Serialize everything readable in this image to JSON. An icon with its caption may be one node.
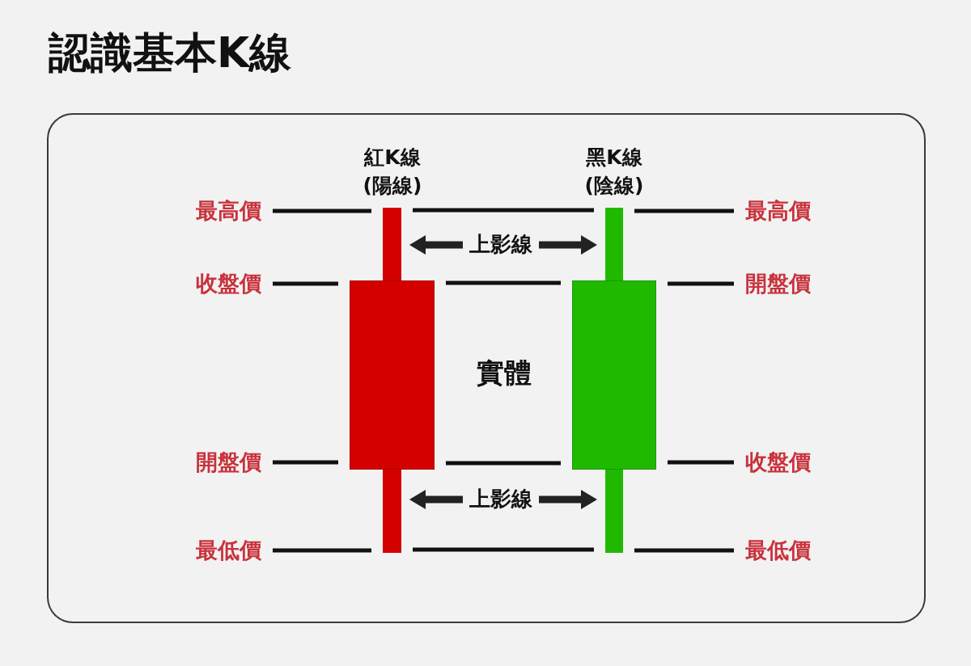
{
  "diagram": {
    "title": "認識基本K線",
    "nodes": [
      {
        "text": [
          "最高價"
        ]
      },
      {
        "text": [],
        "shape": "bar"
      },
      {
        "text": [],
        "shape": "bar"
      },
      {
        "text": [
          "最高價"
        ]
      },
      {
        "text": [
          "上影線"
        ]
      },
      {
        "text": [
          "收盤價"
        ]
      },
      {
        "text": [],
        "shape": "box"
      },
      {
        "text": [],
        "shape": "box"
      },
      {
        "text": [
          "開盤價"
        ]
      },
      {
        "text": [
          "開盤價"
        ]
      },
      {
        "text": [
          "收盤價"
        ]
      },
      {
        "text": [
          "上影線"
        ]
      },
      {
        "text": [],
        "shape": "bar"
      },
      {
        "text": [],
        "shape": "bar"
      },
      {
        "text": [
          "最低價"
        ]
      },
      {
        "text": [
          "最低價"
        ]
      }
    ],
    "edges": [
      {
        "from": 0,
        "to": 1,
        "arrow": "none"
      },
      {
        "from": 1,
        "to": 2,
        "arrow": "none"
      },
      {
        "from": 3,
        "to": 2,
        "arrow": "none"
      },
      {
        "from": 4,
        "to": 1,
        "arrow": "to",
        "style": "thick"
      },
      {
        "from": 4,
        "to": 2,
        "arrow": "to",
        "style": "thick"
      },
      {
        "from": 5,
        "to": 6,
        "arrow": "none"
      },
      {
        "from": 6,
        "to": 7,
        "arrow": "none"
      },
      {
        "from": 8,
        "to": 7,
        "arrow": "none"
      },
      {
        "from": 9,
        "to": 6,
        "arrow": "none"
      },
      {
        "from": 6,
        "to": 7,
        "arrow": "none"
      },
      {
        "from": 10,
        "to": 7,
        "arrow": "none"
      },
      {
        "from": 11,
        "to": 12,
        "arrow": "to",
        "style": "thick"
      },
      {
        "from": 11,
        "to": 13,
        "arrow": "to",
        "style": "thick"
      },
      {
        "from": 14,
        "to": 12,
        "arrow": "none"
      },
      {
        "from": 12,
        "to": 13,
        "arrow": "none"
      },
      {
        "from": 15,
        "to": 13,
        "arrow": "none"
      }
    ],
    "labels": [
      "紅K線 (陽線)",
      "黑K線 (陰線)",
      "實體"
    ]
  }
}
